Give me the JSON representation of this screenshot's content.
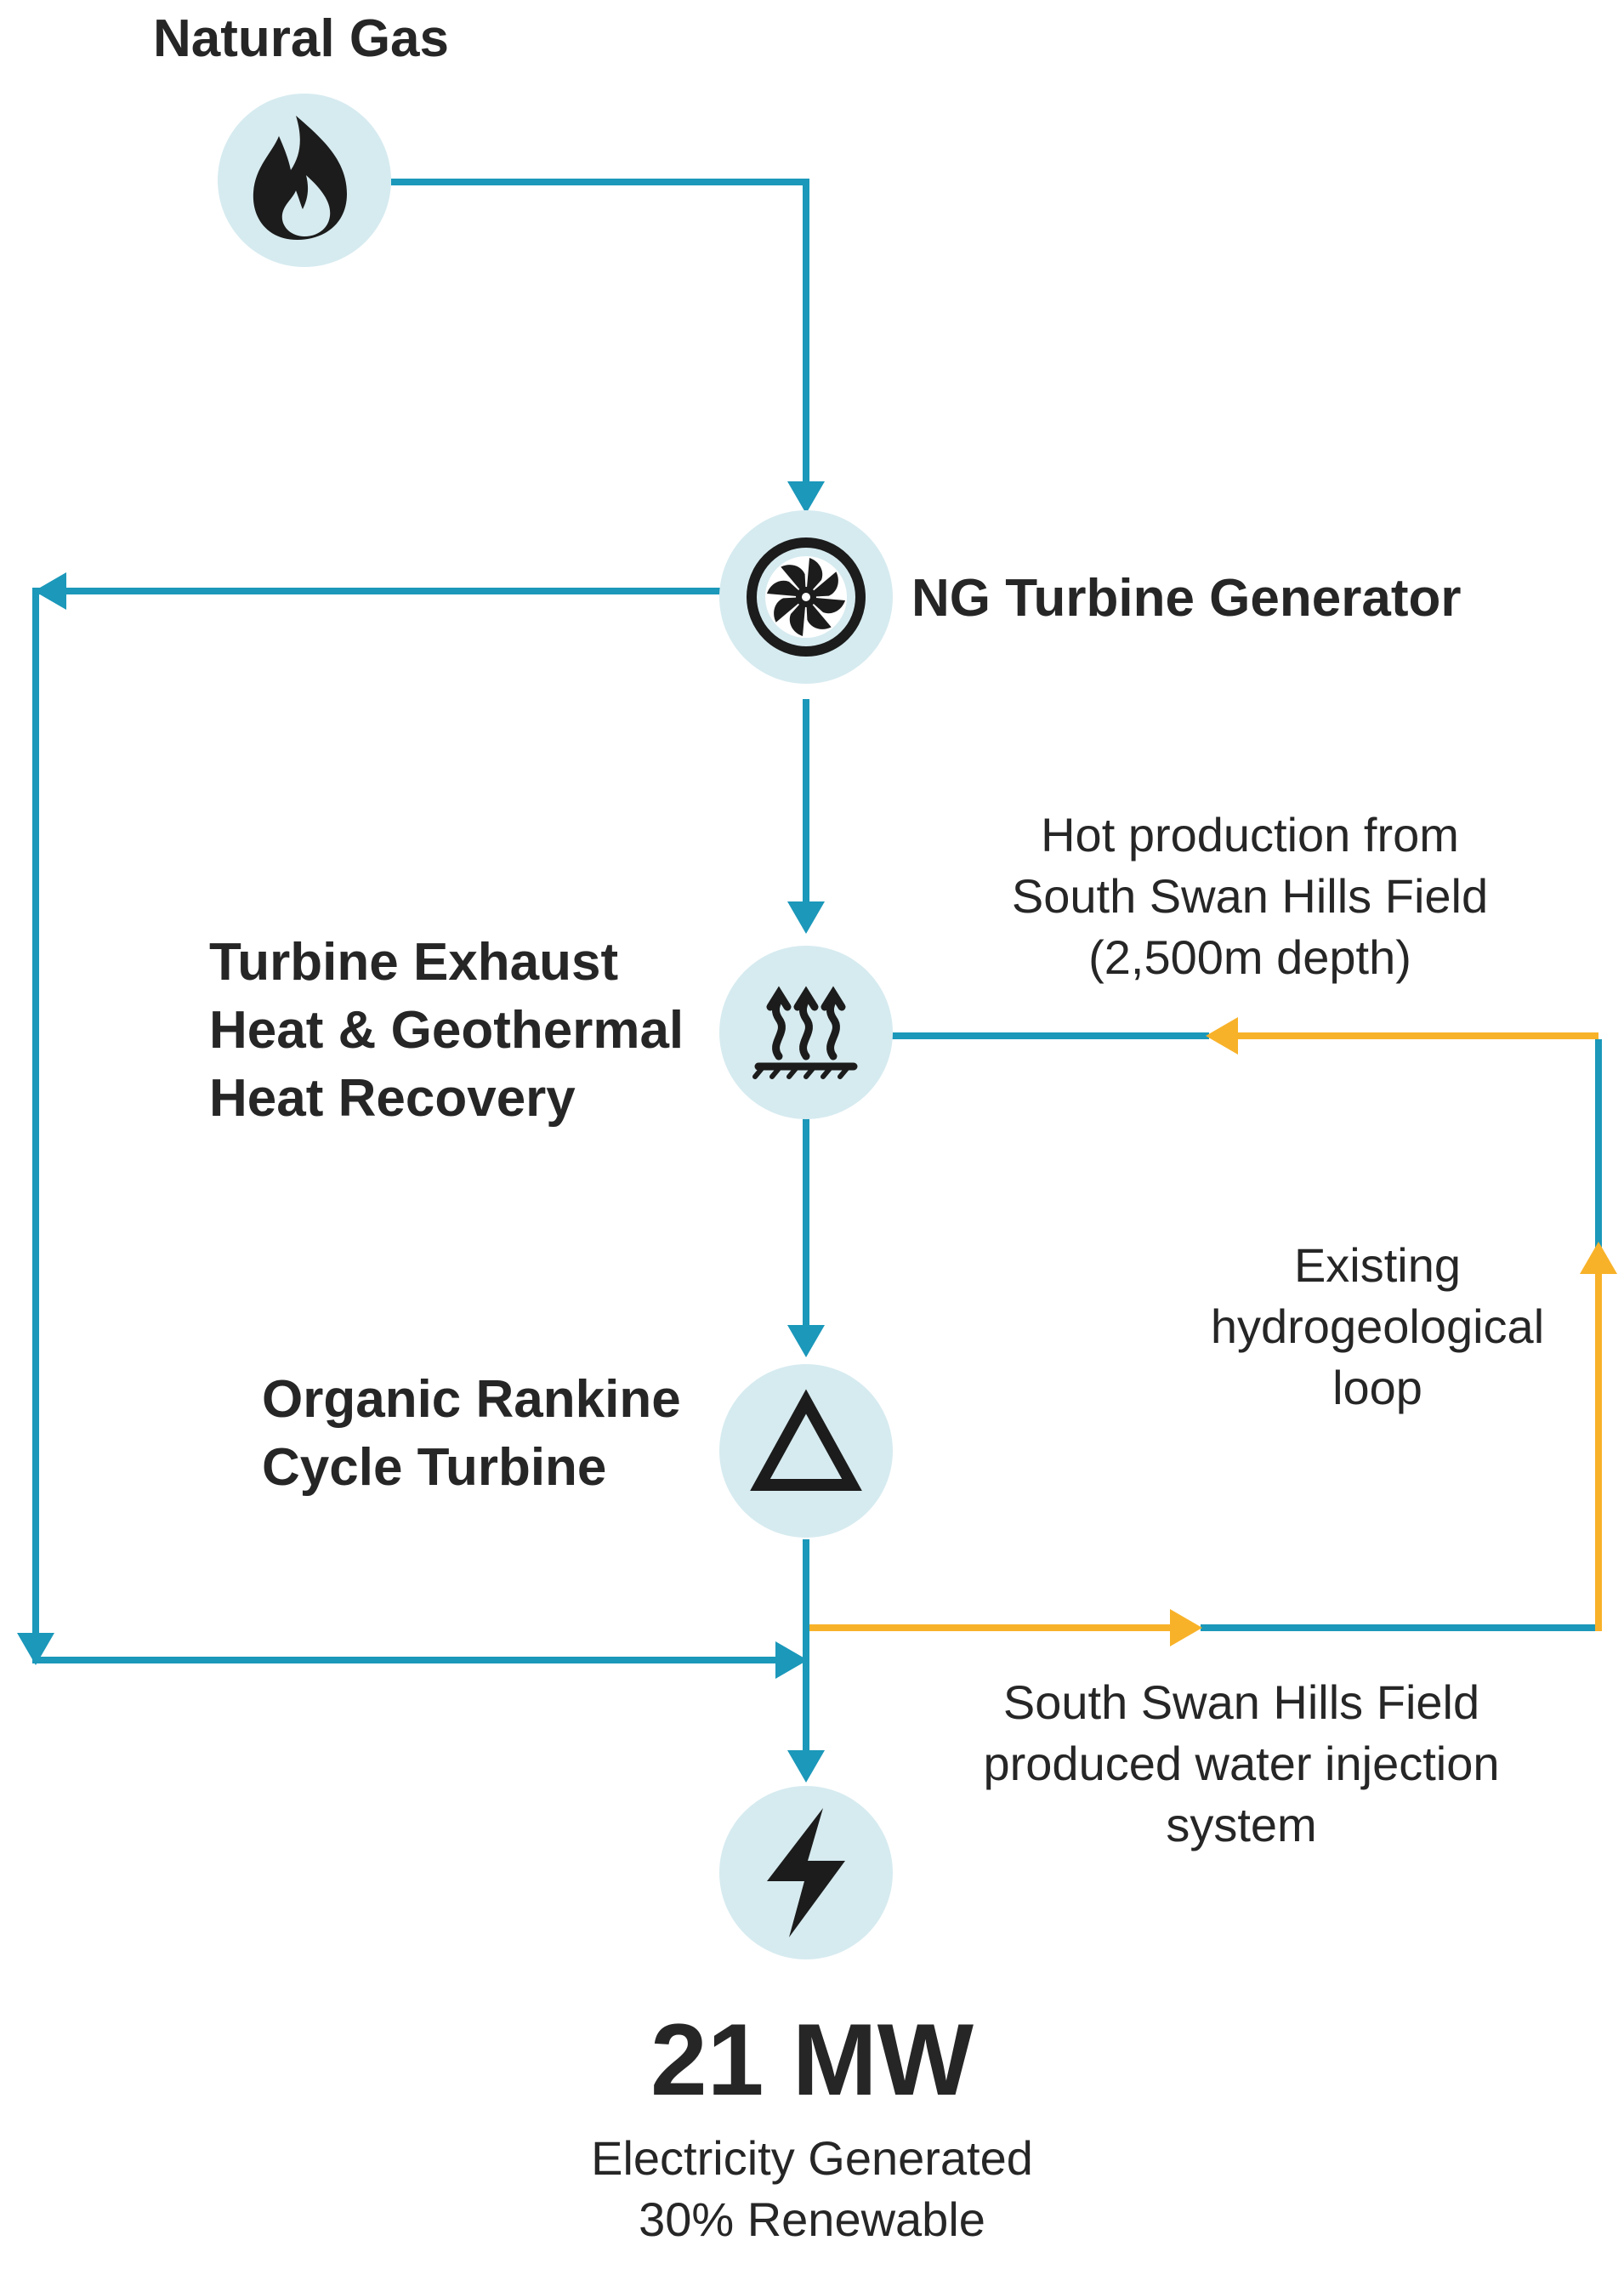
{
  "colors": {
    "flow_blue": "#1b98ba",
    "flow_orange": "#f8b229",
    "node_fill": "#d6ebf0",
    "icon_dark": "#1c1c1c",
    "text": "#262626"
  },
  "nodes": {
    "natural_gas": {
      "label": "Natural Gas",
      "icon": "flame-icon"
    },
    "ng_turbine": {
      "label": "NG Turbine Generator",
      "icon": "turbine-fan-icon"
    },
    "heat_recovery": {
      "label": "Turbine Exhaust\nHeat & Geothermal\nHeat Recovery",
      "icon": "heat-rising-icon"
    },
    "orc_turbine": {
      "label": "Organic Rankine\nCycle Turbine",
      "icon": "triangle-icon"
    },
    "electricity": {
      "icon": "lightning-bolt-icon"
    }
  },
  "annotations": {
    "hot_production": "Hot production from\nSouth Swan Hills Field\n(2,500m depth)",
    "hydro_loop": "Existing\nhydrogeological\nloop",
    "injection": "South Swan Hills Field\nproduced water injection\nsystem"
  },
  "output": {
    "power": "21 MW",
    "description": "Electricity Generated\n30% Renewable"
  }
}
